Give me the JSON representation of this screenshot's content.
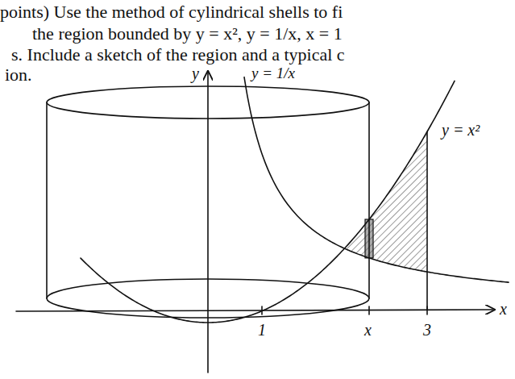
{
  "diagram": {
    "labels": [
      "points) Use the method of cylindrical shells to fi",
      "the region bounded by  y = x²,  y = 1/x,  x = 1",
      "s. Include a sketch of the region and a typical c",
      "ion.",
      "y",
      "y = 1/x",
      "y = x²",
      "1",
      "x",
      "3",
      "x"
    ]
  }
}
